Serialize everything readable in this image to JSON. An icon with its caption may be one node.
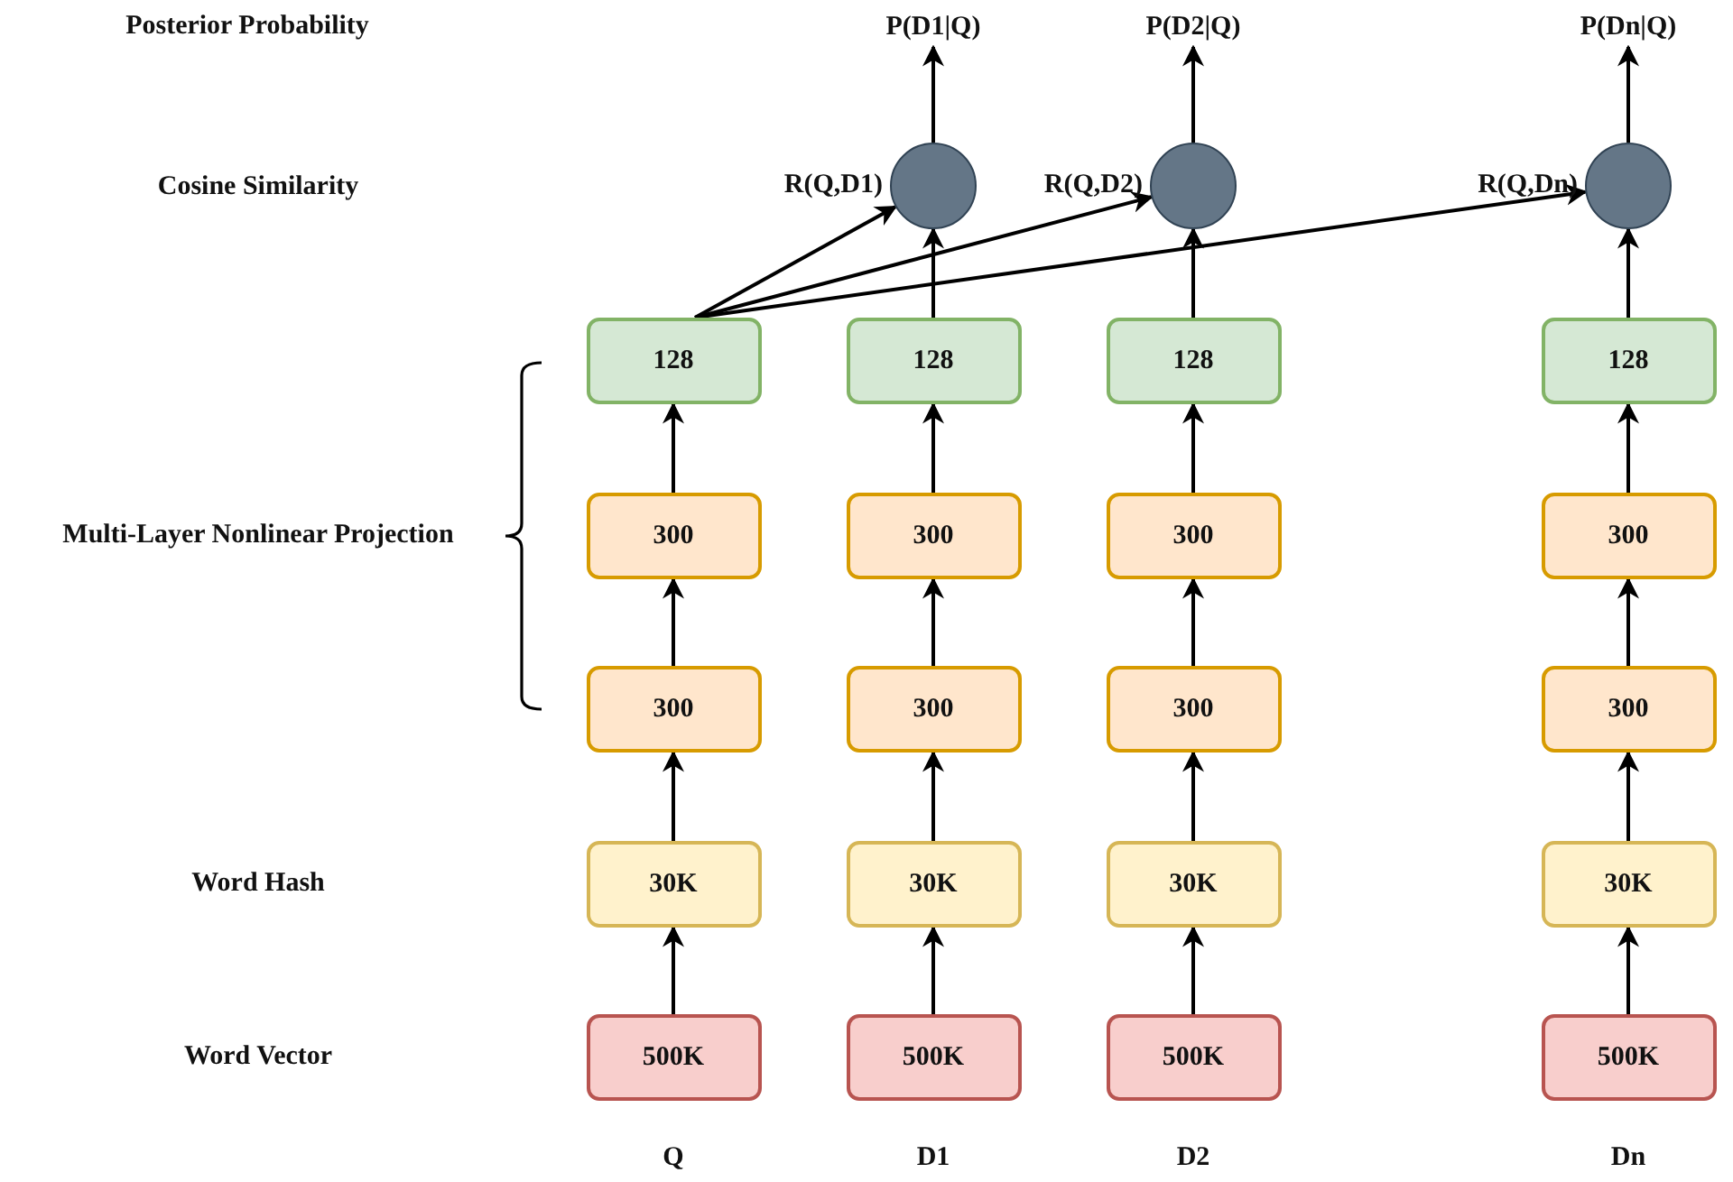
{
  "diagram": {
    "nodes": [
      {
        "text": [
          "P(D1|Q)"
        ]
      },
      {
        "text": [
          "P(D2|Q)"
        ]
      },
      {
        "text": [
          "P(Dn|Q)"
        ]
      },
      {
        "text": [],
        "shape": "circle",
        "beside": [
          "R(Q,D1)"
        ]
      },
      {
        "text": [],
        "shape": "circle",
        "beside": [
          "R(Q,D2)"
        ]
      },
      {
        "text": [],
        "shape": "circle",
        "beside": [
          "R(Q,Dn)"
        ]
      },
      {
        "text": [
          "128"
        ]
      },
      {
        "text": [
          "128"
        ]
      },
      {
        "text": [
          "128"
        ]
      },
      {
        "text": [
          "128"
        ]
      },
      {
        "text": [
          "300"
        ]
      },
      {
        "text": [
          "300"
        ]
      },
      {
        "text": [
          "300"
        ]
      },
      {
        "text": [
          "300"
        ]
      },
      {
        "text": [
          "300"
        ]
      },
      {
        "text": [
          "300"
        ]
      },
      {
        "text": [
          "300"
        ]
      },
      {
        "text": [
          "300"
        ]
      },
      {
        "text": [
          "30K"
        ]
      },
      {
        "text": [
          "30K"
        ]
      },
      {
        "text": [
          "30K"
        ]
      },
      {
        "text": [
          "30K"
        ]
      },
      {
        "text": [
          "500K"
        ]
      },
      {
        "text": [
          "500K"
        ]
      },
      {
        "text": [
          "500K"
        ]
      },
      {
        "text": [
          "500K"
        ]
      }
    ],
    "edges": [
      {
        "from": 22,
        "to": 18,
        "arrow": "to"
      },
      {
        "from": 23,
        "to": 19,
        "arrow": "to"
      },
      {
        "from": 24,
        "to": 20,
        "arrow": "to"
      },
      {
        "from": 25,
        "to": 21,
        "arrow": "to"
      },
      {
        "from": 18,
        "to": 14,
        "arrow": "to"
      },
      {
        "from": 19,
        "to": 15,
        "arrow": "to"
      },
      {
        "from": 20,
        "to": 16,
        "arrow": "to"
      },
      {
        "from": 21,
        "to": 17,
        "arrow": "to"
      },
      {
        "from": 14,
        "to": 10,
        "arrow": "to"
      },
      {
        "from": 15,
        "to": 11,
        "arrow": "to"
      },
      {
        "from": 16,
        "to": 12,
        "arrow": "to"
      },
      {
        "from": 17,
        "to": 13,
        "arrow": "to"
      },
      {
        "from": 10,
        "to": 6,
        "arrow": "to"
      },
      {
        "from": 11,
        "to": 7,
        "arrow": "to"
      },
      {
        "from": 12,
        "to": 8,
        "arrow": "to"
      },
      {
        "from": 13,
        "to": 9,
        "arrow": "to"
      },
      {
        "from": 7,
        "to": 3,
        "arrow": "to"
      },
      {
        "from": 8,
        "to": 4,
        "arrow": "to"
      },
      {
        "from": 9,
        "to": 5,
        "arrow": "to"
      },
      {
        "from": 6,
        "to": 3,
        "arrow": "to"
      },
      {
        "from": 6,
        "to": 4,
        "arrow": "to"
      },
      {
        "from": 6,
        "to": 5,
        "arrow": "to"
      },
      {
        "from": 3,
        "to": 0,
        "arrow": "to"
      },
      {
        "from": 4,
        "to": 1,
        "arrow": "to"
      },
      {
        "from": 5,
        "to": 2,
        "arrow": "to"
      }
    ],
    "labels": [
      "Posterior Probability",
      "Cosine Similarity",
      "Multi-Layer Nonlinear Projection",
      "Word Hash",
      "Word Vector",
      "Q",
      "D1",
      "D2",
      "Dn"
    ]
  }
}
